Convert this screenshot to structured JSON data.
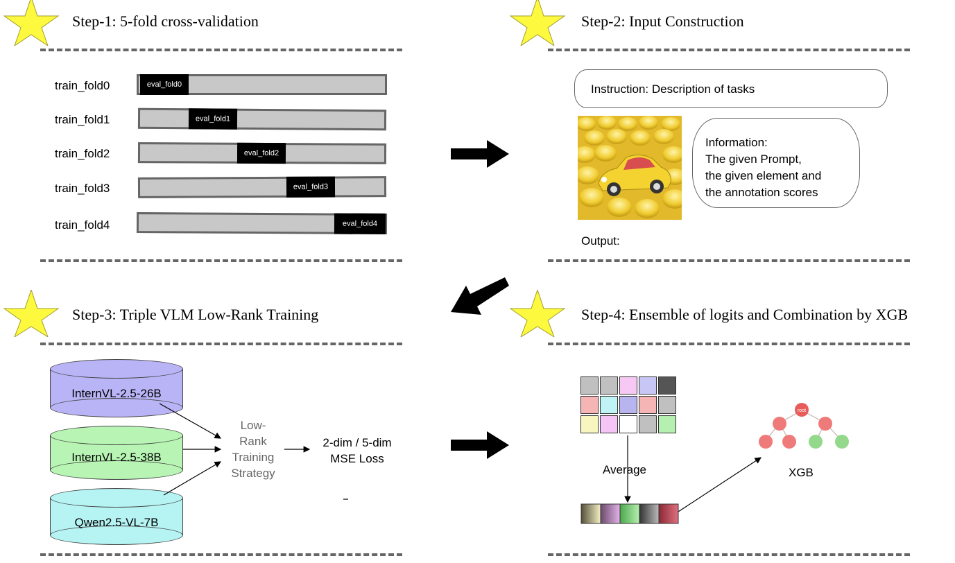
{
  "steps": {
    "step1": {
      "title": "Step-1: 5-fold cross-validation"
    },
    "step2": {
      "title": "Step-2: Input Construction"
    },
    "step3": {
      "title": "Step-3: Triple VLM Low-Rank Training"
    },
    "step4": {
      "title": "Step-4: Ensemble of logits and  Combination by XGB"
    }
  },
  "folds": [
    {
      "label": "train_fold0",
      "eval": "eval_fold0"
    },
    {
      "label": "train_fold1",
      "eval": "eval_fold1"
    },
    {
      "label": "train_fold2",
      "eval": "eval_fold2"
    },
    {
      "label": "train_fold3",
      "eval": "eval_fold3"
    },
    {
      "label": "train_fold4",
      "eval": "eval_fold4"
    }
  ],
  "input": {
    "instruction": "Instruction: Description of tasks",
    "info_title": "Information:",
    "info_lines": [
      "The given Prompt,",
      "the given element and",
      "the annotation scores"
    ],
    "output": "Output:"
  },
  "training": {
    "models": [
      "InternVL-2.5-26B",
      "InternVL-2.5-38B",
      "Qwen2.5-VL-7B"
    ],
    "model_colors": [
      "#b9b4f5",
      "#b8f5b4",
      "#b6f3f3"
    ],
    "strategy_lines": [
      "Low-",
      "Rank",
      "Training",
      "Strategy"
    ],
    "loss_lines": [
      "2-dim / 5-dim",
      "MSE Loss"
    ]
  },
  "ensemble": {
    "average_label": "Average",
    "xgb_label": "XGB",
    "root_label": "root",
    "grid": [
      [
        "#c0c0c0",
        "#c0c0c0",
        "#f7c8f3",
        "#c8c6f5",
        "#555555"
      ],
      [
        "#f5b5b5",
        "#c0f3f5",
        "#b7b4ef",
        "#f5b5b5",
        "#c0c0c0"
      ],
      [
        "#f7f5c0",
        "#f5c5f5",
        "#ffffff",
        "#c0c0c0",
        "#b6f0b0"
      ]
    ]
  }
}
